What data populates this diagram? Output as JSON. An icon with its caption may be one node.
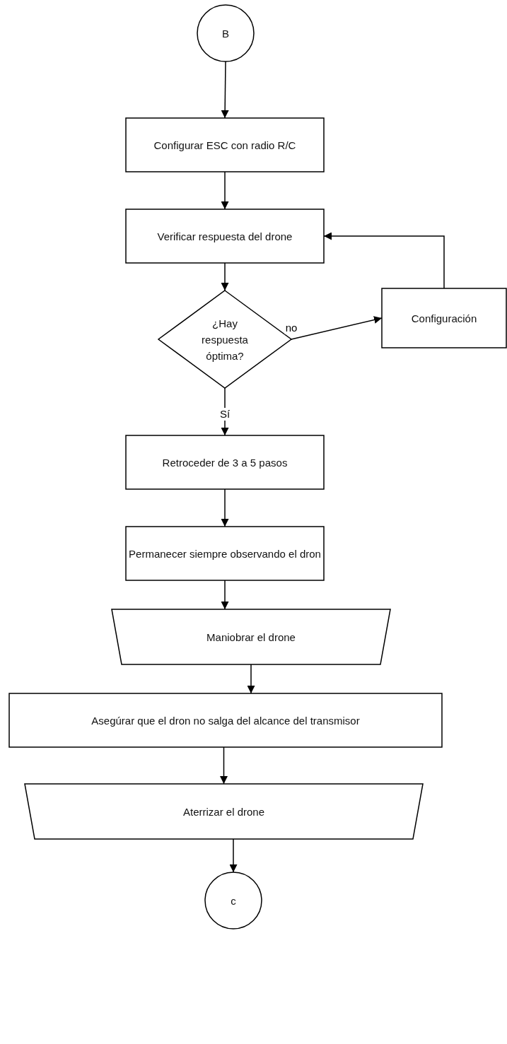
{
  "diagram": {
    "nodes": [
      {
        "text": [
          "B"
        ]
      },
      {
        "text": [
          "Configurar ESC con radio R/C"
        ]
      },
      {
        "text": [
          "Verificar respuesta del drone"
        ]
      },
      {
        "text": [
          "¿Hay respuesta óptima?"
        ]
      },
      {
        "text": [
          "Configuración"
        ]
      },
      {
        "text": [
          "Retroceder de 3 a 5 pasos"
        ]
      },
      {
        "text": [
          "Permanecer siempre observando el dron"
        ]
      },
      {
        "text": [
          "Maniobrar el drone"
        ]
      },
      {
        "text": [
          "Asegúrar que el dron no salga del alcance del transmisor"
        ]
      },
      {
        "text": [
          "Aterrizar el drone"
        ]
      },
      {
        "text": [
          "c"
        ]
      }
    ],
    "edges": [
      {
        "from": 0,
        "to": 1,
        "arrow": "to"
      },
      {
        "from": 1,
        "to": 2,
        "arrow": "to"
      },
      {
        "from": 2,
        "to": 3,
        "arrow": "to"
      },
      {
        "from": 3,
        "to": 4,
        "arrow": "to",
        "label": "no"
      },
      {
        "from": 4,
        "to": 2,
        "arrow": "to"
      },
      {
        "from": 3,
        "to": 5,
        "arrow": "to",
        "label": "Sí"
      },
      {
        "from": 5,
        "to": 6,
        "arrow": "to"
      },
      {
        "from": 6,
        "to": 7,
        "arrow": "to"
      },
      {
        "from": 7,
        "to": 8,
        "arrow": "to"
      },
      {
        "from": 8,
        "to": 9,
        "arrow": "to"
      },
      {
        "from": 9,
        "to": 10,
        "arrow": "to"
      }
    ]
  }
}
